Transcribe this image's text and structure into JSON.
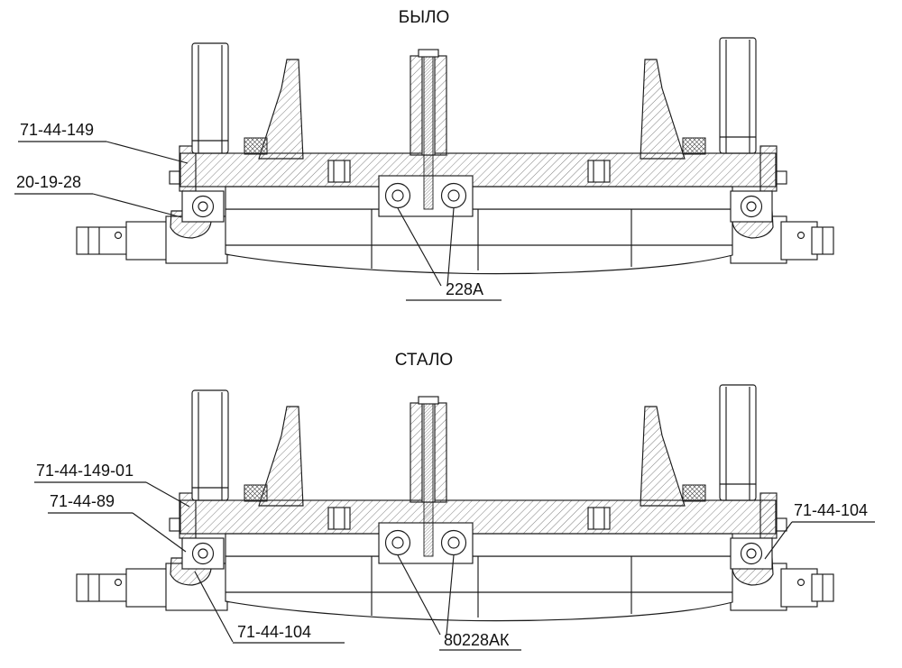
{
  "figure": {
    "before": {
      "title": "БЫЛО",
      "labels": {
        "beam": "71-44-149",
        "clamp": "20-19-28",
        "bearing": "228А"
      }
    },
    "after": {
      "title": "СТАЛО",
      "labels": {
        "beam": "71-44-149-01",
        "clamp_left": "71-44-89",
        "clamp_right": "71-44-104",
        "axle": "71-44-104",
        "bearing": "80228АК"
      }
    }
  }
}
